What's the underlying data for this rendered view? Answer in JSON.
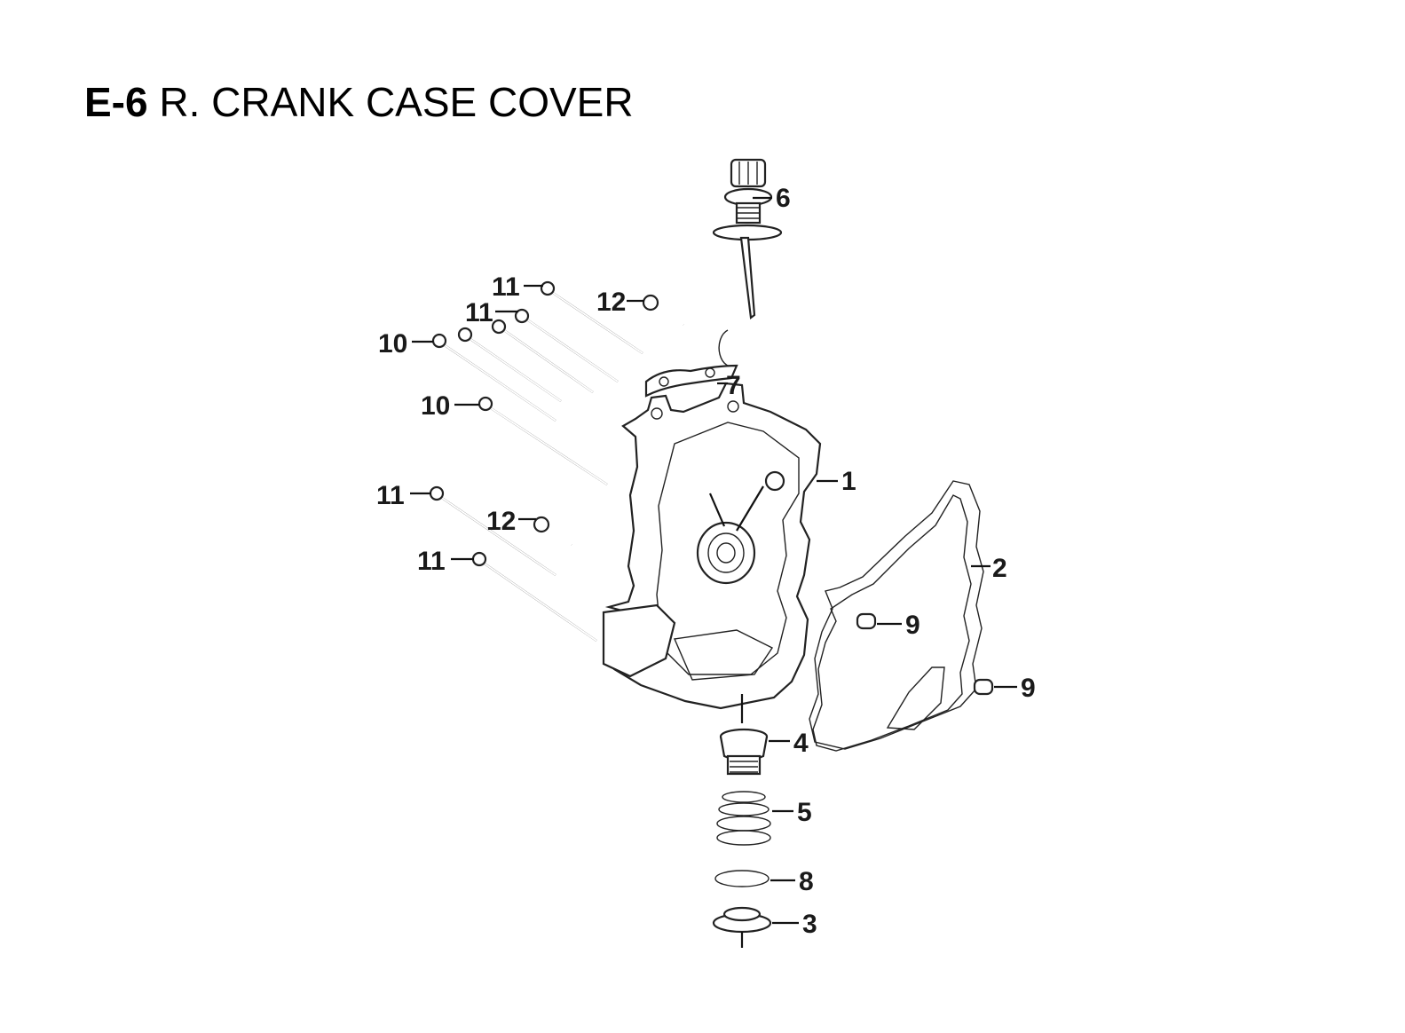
{
  "header": {
    "code": "E-6",
    "title": "R. CRANK CASE COVER"
  },
  "callouts": [
    {
      "id": "c6",
      "label": "6"
    },
    {
      "id": "c11a",
      "label": "11"
    },
    {
      "id": "c12a",
      "label": "12"
    },
    {
      "id": "c11b",
      "label": "11"
    },
    {
      "id": "c10a",
      "label": "10"
    },
    {
      "id": "c7",
      "label": "7"
    },
    {
      "id": "c10b",
      "label": "10"
    },
    {
      "id": "c1",
      "label": "1"
    },
    {
      "id": "c2",
      "label": "2"
    },
    {
      "id": "c11c",
      "label": "11"
    },
    {
      "id": "c12b",
      "label": "12"
    },
    {
      "id": "c11d",
      "label": "11"
    },
    {
      "id": "c9a",
      "label": "9"
    },
    {
      "id": "c9b",
      "label": "9"
    },
    {
      "id": "c4",
      "label": "4"
    },
    {
      "id": "c5",
      "label": "5"
    },
    {
      "id": "c8",
      "label": "8"
    },
    {
      "id": "c3",
      "label": "3"
    }
  ]
}
